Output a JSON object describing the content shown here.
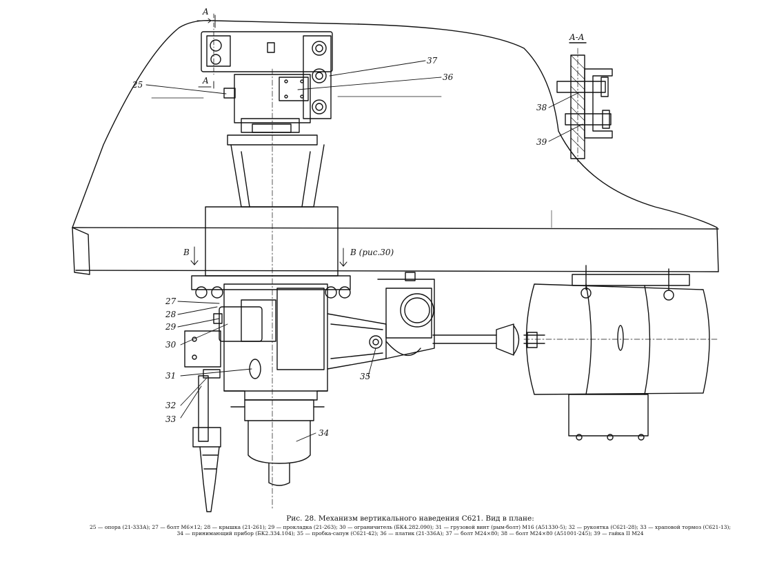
{
  "section_marks": {
    "a_top": "A",
    "a_bottom": "A",
    "b_left": "B",
    "b_right": "B (рис.30)",
    "section_aa": "A-A"
  },
  "callouts": {
    "c25": "25",
    "c27": "27",
    "c28": "28",
    "c29": "29",
    "c30": "30",
    "c31": "31",
    "c32": "32",
    "c33": "33",
    "c34": "34",
    "c35": "35",
    "c36": "36",
    "c37": "37",
    "c38": "38",
    "c39": "39"
  },
  "caption": {
    "title": "Рис. 28. Механизм вертикального наведения С621. Вид в плане:",
    "legend": "25 — опора (21-333А); 27 — болт М6×12; 28 — крышка (21-261); 29 — прокладка (21-263); 30 — ограничитель (БК4.282.090); 31 — грузовой винт (рым-болт) М16 (А51330-5); 32 — рукоятка (С621-28); 33 — храповой тормоз (С621-13); 34 — принимающий прибор (БК2.334.104); 35 — пробка-сапун (С621-42); 36 — платик (21-336А); 37 — болт М24×80; 38 — болт М24×80 (А51001-245); 39 — гайка II М24"
  }
}
